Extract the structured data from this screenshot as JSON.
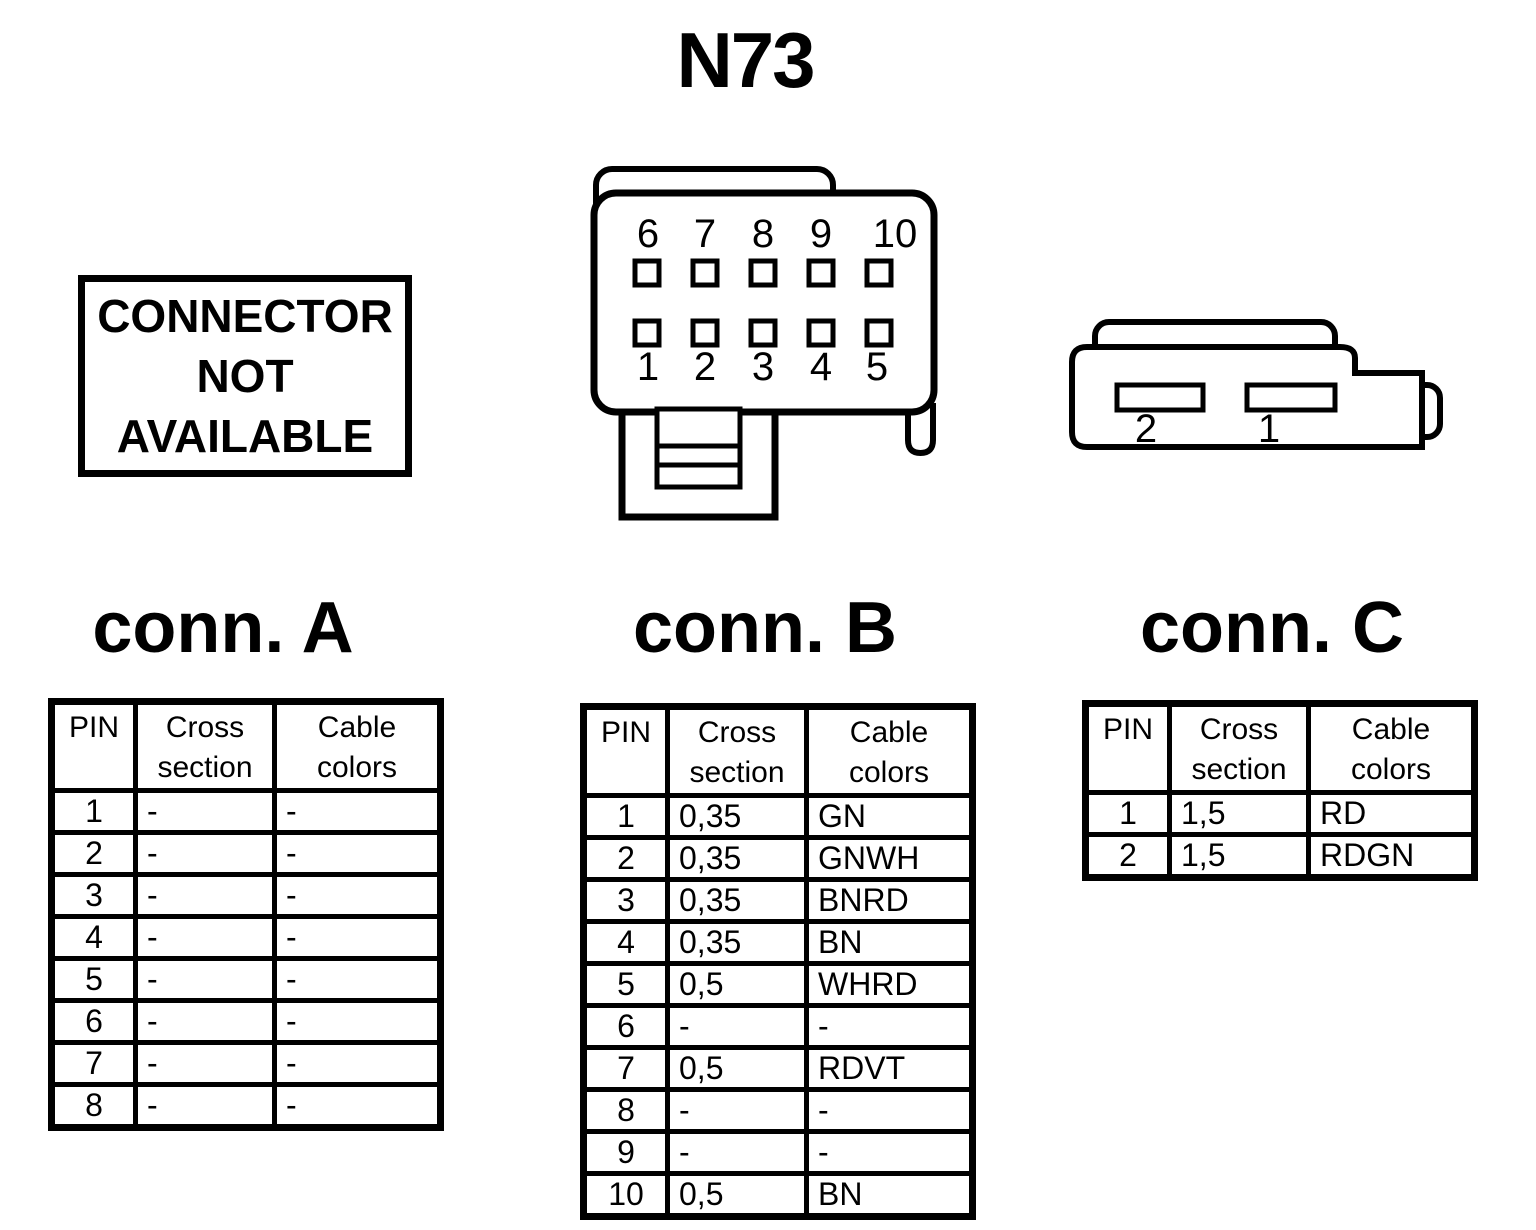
{
  "page": {
    "title": "N73"
  },
  "notice": {
    "text": "CONNECTOR\nNOT\nAVAILABLE"
  },
  "drawing_b": {
    "top_pin_labels": [
      "6",
      "7",
      "8",
      "9",
      "10"
    ],
    "bottom_pin_labels": [
      "1",
      "2",
      "3",
      "4",
      "5"
    ]
  },
  "drawing_c": {
    "slot_labels": [
      "2",
      "1"
    ]
  },
  "table_headers": {
    "pin": "PIN",
    "cross_section": "Cross\nsection",
    "cable_colors": "Cable\ncolors"
  },
  "conn_a": {
    "title": "conn. A",
    "rows": [
      {
        "pin": "1",
        "cross": "-",
        "cable": "-"
      },
      {
        "pin": "2",
        "cross": "-",
        "cable": "-"
      },
      {
        "pin": "3",
        "cross": "-",
        "cable": "-"
      },
      {
        "pin": "4",
        "cross": "-",
        "cable": "-"
      },
      {
        "pin": "5",
        "cross": "-",
        "cable": "-"
      },
      {
        "pin": "6",
        "cross": "-",
        "cable": "-"
      },
      {
        "pin": "7",
        "cross": "-",
        "cable": "-"
      },
      {
        "pin": "8",
        "cross": "-",
        "cable": "-"
      }
    ]
  },
  "conn_b": {
    "title": "conn. B",
    "rows": [
      {
        "pin": "1",
        "cross": "0,35",
        "cable": "GN"
      },
      {
        "pin": "2",
        "cross": "0,35",
        "cable": "GNWH"
      },
      {
        "pin": "3",
        "cross": "0,35",
        "cable": "BNRD"
      },
      {
        "pin": "4",
        "cross": "0,35",
        "cable": "BN"
      },
      {
        "pin": "5",
        "cross": "0,5",
        "cable": "WHRD"
      },
      {
        "pin": "6",
        "cross": "-",
        "cable": "-"
      },
      {
        "pin": "7",
        "cross": "0,5",
        "cable": "RDVT"
      },
      {
        "pin": "8",
        "cross": "-",
        "cable": "-"
      },
      {
        "pin": "9",
        "cross": "-",
        "cable": "-"
      },
      {
        "pin": "10",
        "cross": "0,5",
        "cable": "BN"
      }
    ]
  },
  "conn_c": {
    "title": "conn. C",
    "rows": [
      {
        "pin": "1",
        "cross": "1,5",
        "cable": "RD"
      },
      {
        "pin": "2",
        "cross": "1,5",
        "cable": "RDGN"
      }
    ]
  },
  "colors": {
    "ink": "#000000",
    "background": "#ffffff"
  }
}
